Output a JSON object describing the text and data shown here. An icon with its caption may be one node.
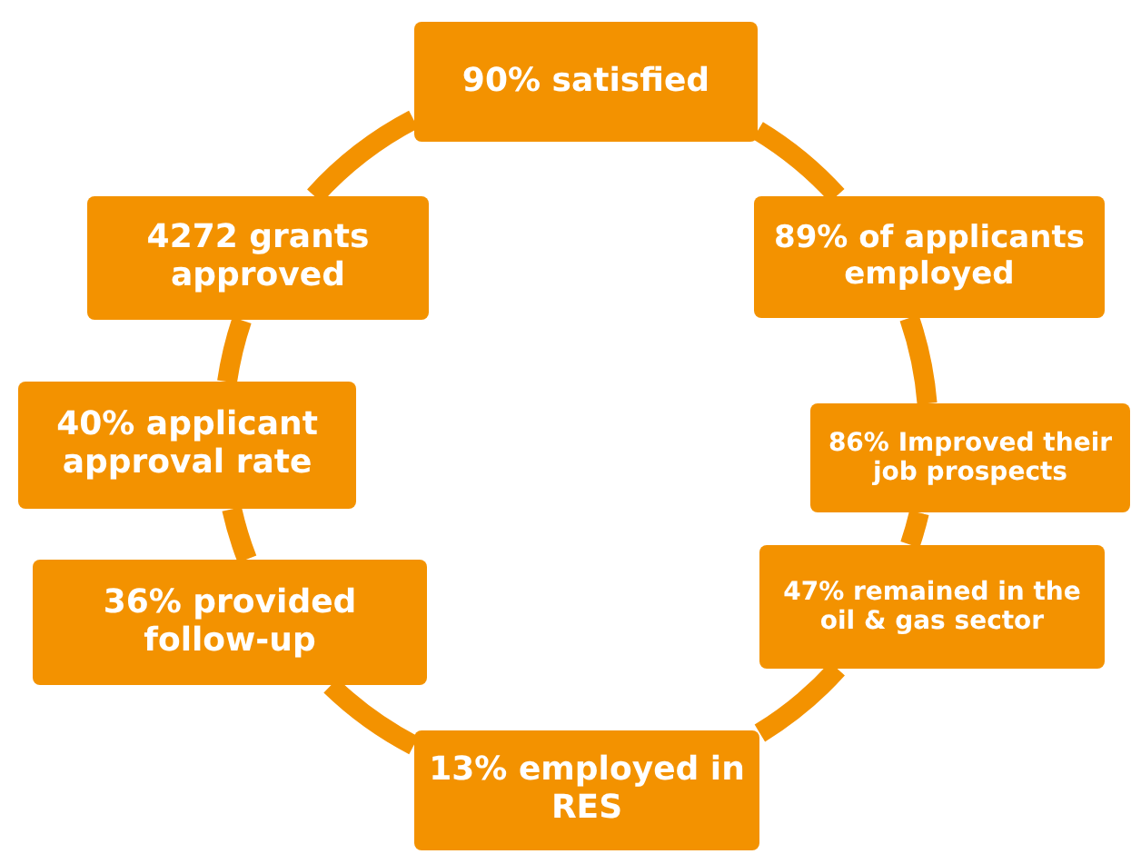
{
  "diagram": {
    "nodes": [
      {
        "text": [
          "90% satisfied"
        ]
      },
      {
        "text": [
          "89% of applicants employed"
        ]
      },
      {
        "text": [
          "86% Improved their job prospects"
        ]
      },
      {
        "text": [
          "47% remained in the oil & gas sector"
        ]
      },
      {
        "text": [
          "13% employed in RES"
        ]
      },
      {
        "text": [
          "36% provided follow-up"
        ]
      },
      {
        "text": [
          "40% applicant approval rate"
        ]
      },
      {
        "text": [
          "4272 grants approved"
        ]
      }
    ],
    "edges": [
      {
        "from": 0,
        "to": 1,
        "arrow": "none"
      },
      {
        "from": 1,
        "to": 2,
        "arrow": "none"
      },
      {
        "from": 2,
        "to": 3,
        "arrow": "none"
      },
      {
        "from": 3,
        "to": 4,
        "arrow": "none"
      },
      {
        "from": 4,
        "to": 5,
        "arrow": "none"
      },
      {
        "from": 5,
        "to": 6,
        "arrow": "none"
      },
      {
        "from": 6,
        "to": 7,
        "arrow": "none"
      },
      {
        "from": 7,
        "to": 0,
        "arrow": "none"
      }
    ]
  }
}
